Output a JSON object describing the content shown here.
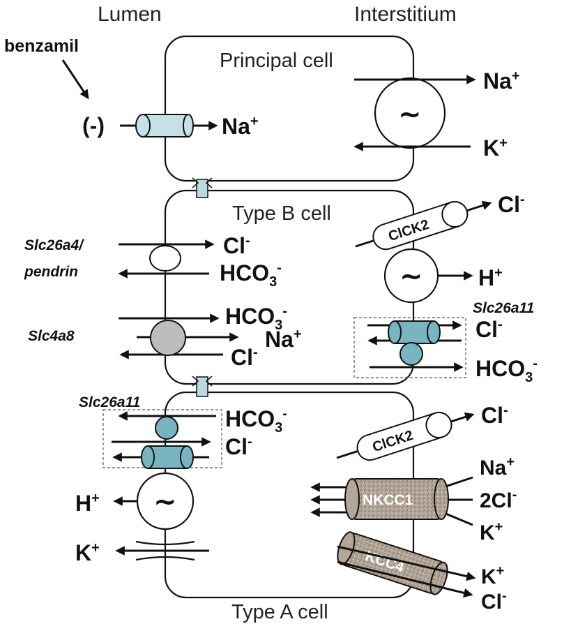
{
  "regions": {
    "lumen": "Lumen",
    "interstitium": "Interstitium"
  },
  "cells": {
    "principal": "Principal cell",
    "type_b": "Type B cell",
    "type_a": "Type A cell"
  },
  "drug": {
    "name": "benzamil",
    "effect": "(-)"
  },
  "transporters": {
    "clck2": "ClCK2",
    "nkcc1": "NKCC1",
    "kcc4": "KCC4",
    "pump_symbol": "~"
  },
  "genes": {
    "slc26a4_line1": "Slc26a4/",
    "slc26a4_line2": "pendrin",
    "slc4a8": "Slc4a8",
    "slc26a11_b": "Slc26a11",
    "slc26a11_a": "Slc26a11"
  },
  "ions": {
    "na": "Na",
    "k": "K",
    "cl": "Cl",
    "h": "H",
    "hco3": "HCO",
    "hco3_sub": "3",
    "two_cl": "2Cl",
    "plus": "+",
    "minus": "-"
  },
  "colors": {
    "channel_fill": "#c5e1e6",
    "exchanger_fill": "#79b4c1",
    "slc4a8_fill": "#bdbdbd",
    "cotransporter_fill": "#b3a597",
    "membrane": "#111111"
  }
}
